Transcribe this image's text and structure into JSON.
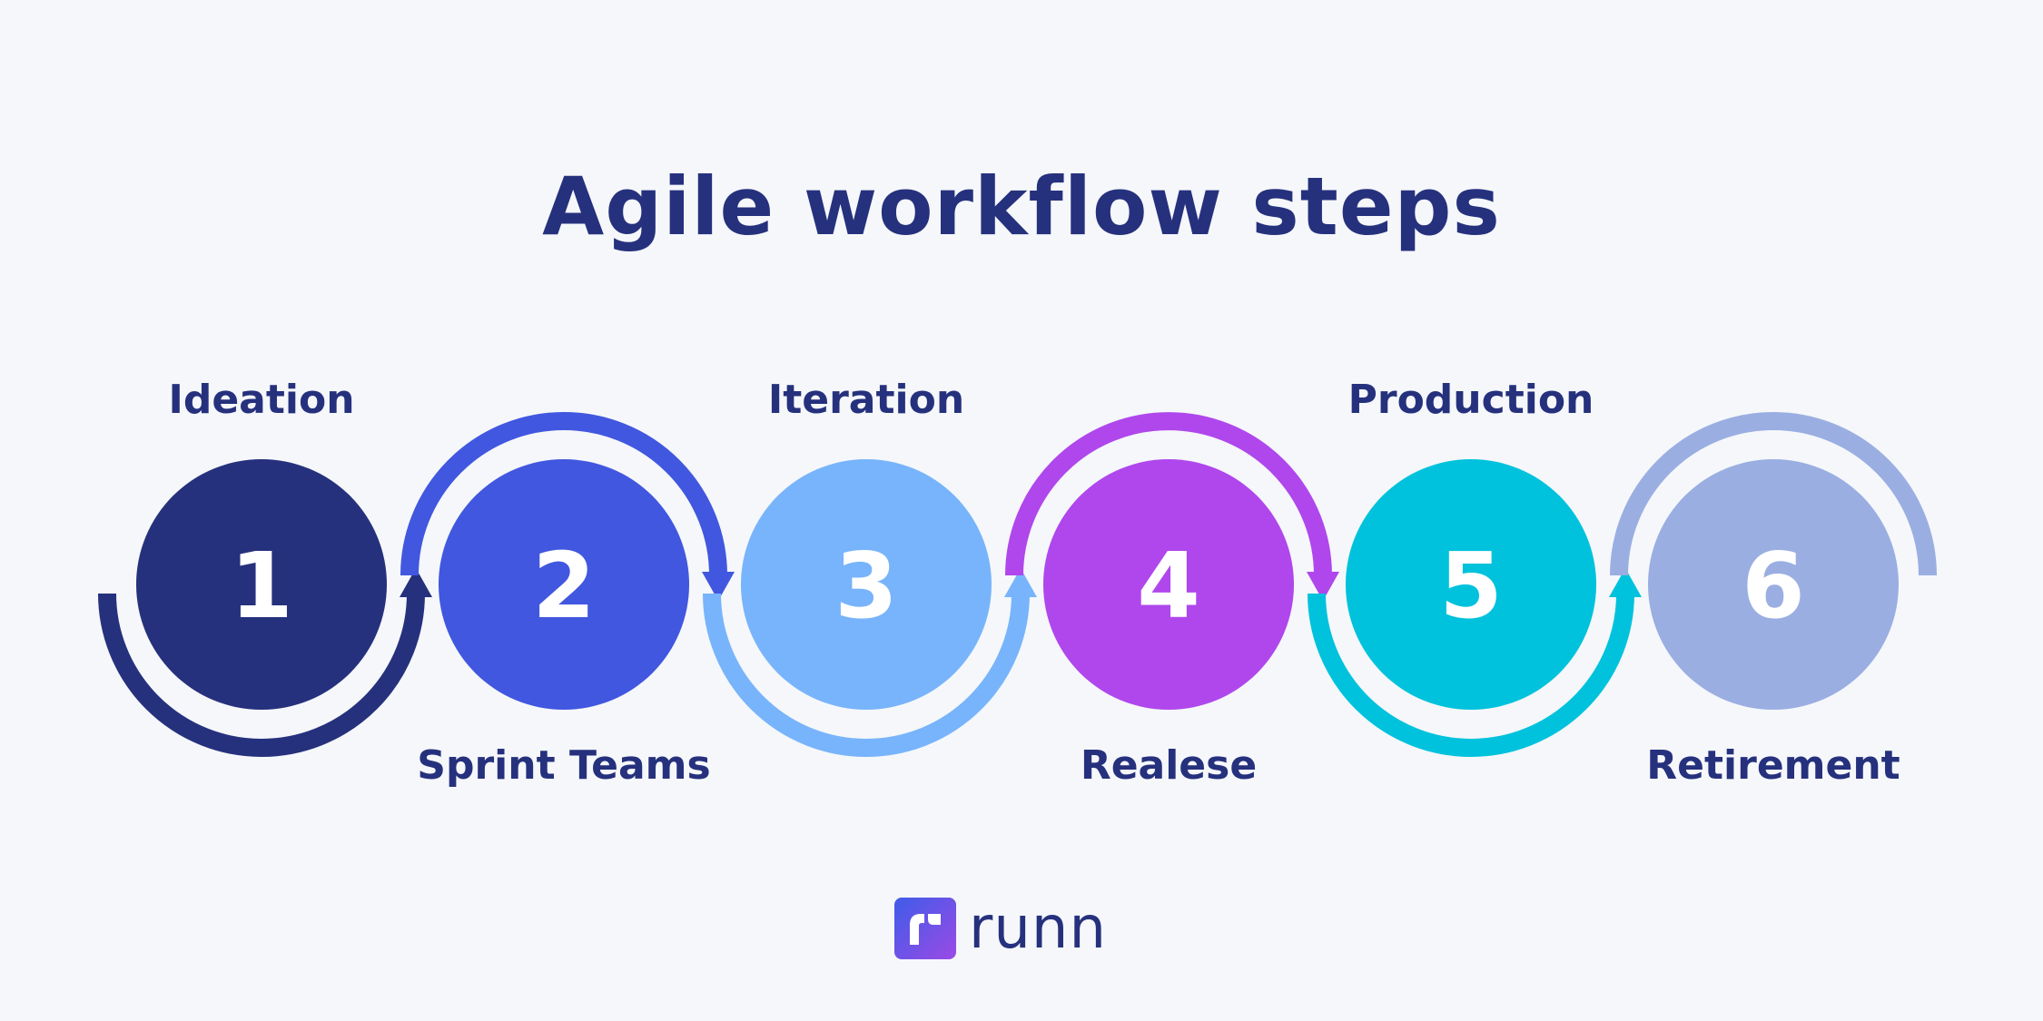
{
  "title": "Agile workflow steps",
  "steps": [
    {
      "number": "1",
      "label": "Ideation",
      "color": "#26317d",
      "label_position": "top"
    },
    {
      "number": "2",
      "label": "Sprint Teams",
      "color": "#4157df",
      "label_position": "bottom"
    },
    {
      "number": "3",
      "label": "Iteration",
      "color": "#78b4fb",
      "label_position": "top"
    },
    {
      "number": "4",
      "label": "Realese",
      "color": "#af47ec",
      "label_position": "bottom"
    },
    {
      "number": "5",
      "label": "Production",
      "color": "#00c2dc",
      "label_position": "top"
    },
    {
      "number": "6",
      "label": "Retirement",
      "color": "#9aaee2",
      "label_position": "bottom"
    }
  ],
  "brand": {
    "name": "runn",
    "gradient_start": "#3e5ce8",
    "gradient_end": "#9b4ae6"
  }
}
